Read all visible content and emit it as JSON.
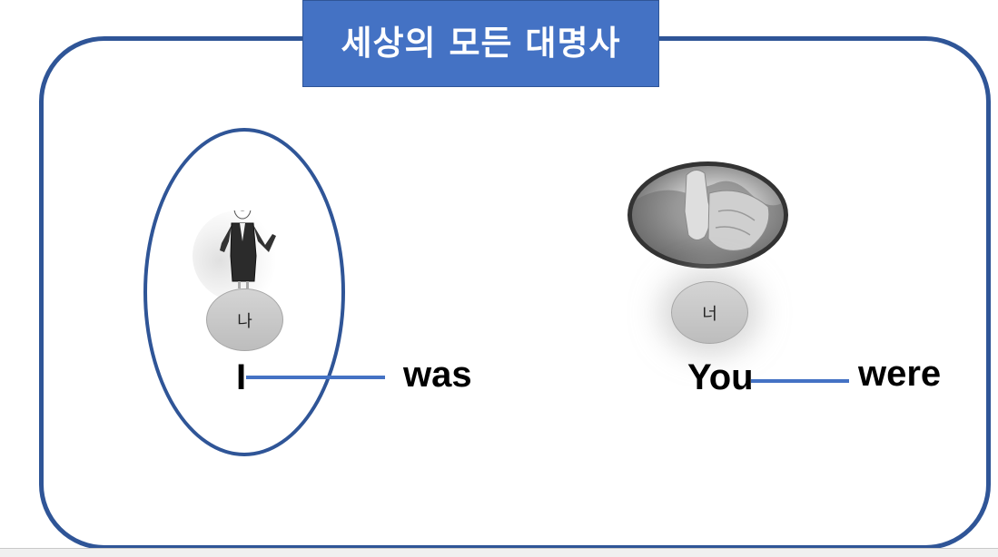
{
  "title": "세상의 모든 대명사",
  "colors": {
    "frame_border": "#2f5597",
    "title_fill": "#4472c4",
    "title_text": "#ffffff",
    "link_line": "#4472c4",
    "pronoun_oval": "#c8c8c8"
  },
  "groups": [
    {
      "image": "businesswoman-sketch-image",
      "korean_label": "나",
      "pronoun": "I",
      "verb": "was",
      "circled": true
    },
    {
      "image": "pointing-hand-image",
      "korean_label": "너",
      "pronoun": "You",
      "verb": "were",
      "circled": false
    }
  ]
}
